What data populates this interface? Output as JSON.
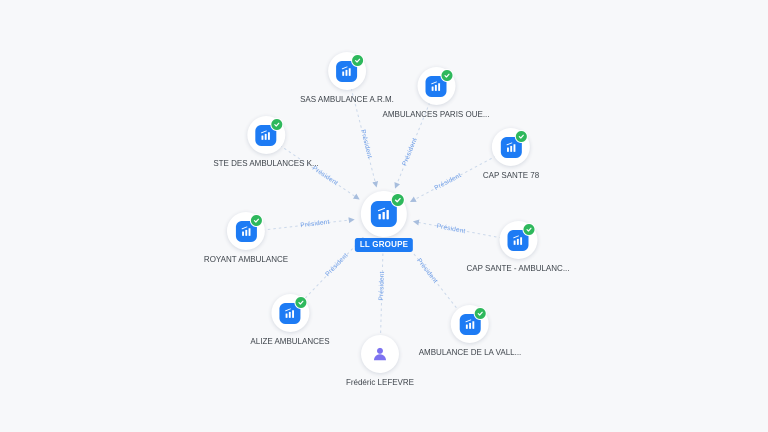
{
  "colors": {
    "background": "#f7f8fa",
    "accent_blue": "#1d7bf4",
    "edge": "#cbd8ea",
    "edge_label_blue": "#6d9de8",
    "verified_green": "#2eb85c",
    "person_purple": "#7d72f0",
    "label_text": "#3f454c"
  },
  "center_node": {
    "label": "LL GROUPE",
    "icon": "company-chart-icon",
    "verified_icon": "check-icon"
  },
  "nodes": [
    {
      "label": "SAS AMBULANCE A.R.M.",
      "type": "company",
      "icon": "company-chart-icon",
      "verified": true
    },
    {
      "label": "AMBULANCES PARIS OUE...",
      "type": "company",
      "icon": "company-chart-icon",
      "verified": true
    },
    {
      "label": "STE DES AMBULANCES K...",
      "type": "company",
      "icon": "company-chart-icon",
      "verified": true
    },
    {
      "label": "CAP SANTE 78",
      "type": "company",
      "icon": "company-chart-icon",
      "verified": true
    },
    {
      "label": "ROYANT AMBULANCE",
      "type": "company",
      "icon": "company-chart-icon",
      "verified": true
    },
    {
      "label": "CAP SANTE - AMBULANC...",
      "type": "company",
      "icon": "company-chart-icon",
      "verified": true
    },
    {
      "label": "ALIZE AMBULANCES",
      "type": "company",
      "icon": "company-chart-icon",
      "verified": true
    },
    {
      "label": "AMBULANCE DE LA VALL...",
      "type": "company",
      "icon": "company-chart-icon",
      "verified": true
    },
    {
      "label": "Frédéric LEFEVRE",
      "type": "person",
      "icon": "person-icon",
      "verified": false
    }
  ],
  "edges": [
    {
      "node": "SAS AMBULANCE A.R.M.",
      "label": "Président"
    },
    {
      "node": "AMBULANCES PARIS OUE...",
      "label": "Président"
    },
    {
      "node": "STE DES AMBULANCES K...",
      "label": "Président"
    },
    {
      "node": "CAP SANTE 78",
      "label": "Président"
    },
    {
      "node": "ROYANT AMBULANCE",
      "label": "Président"
    },
    {
      "node": "CAP SANTE - AMBULANC...",
      "label": "Président"
    },
    {
      "node": "ALIZE AMBULANCES",
      "label": "Président"
    },
    {
      "node": "AMBULANCE DE LA VALL...",
      "label": "Président"
    },
    {
      "node": "Frédéric LEFEVRE",
      "label": "Président"
    }
  ]
}
